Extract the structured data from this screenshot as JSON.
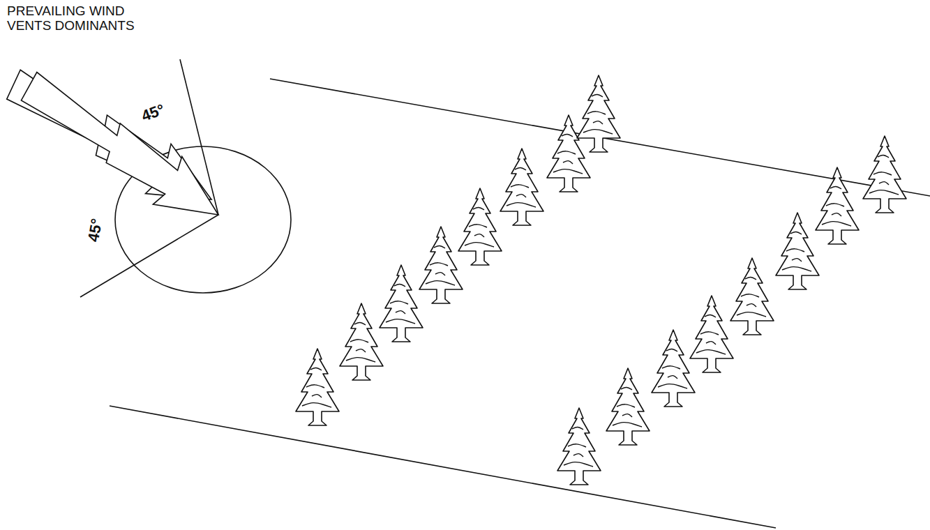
{
  "diagram": {
    "labels": [
      "PREVAILING WIND",
      "VENTS DOMINANTS",
      "45°",
      "45°"
    ]
  }
}
